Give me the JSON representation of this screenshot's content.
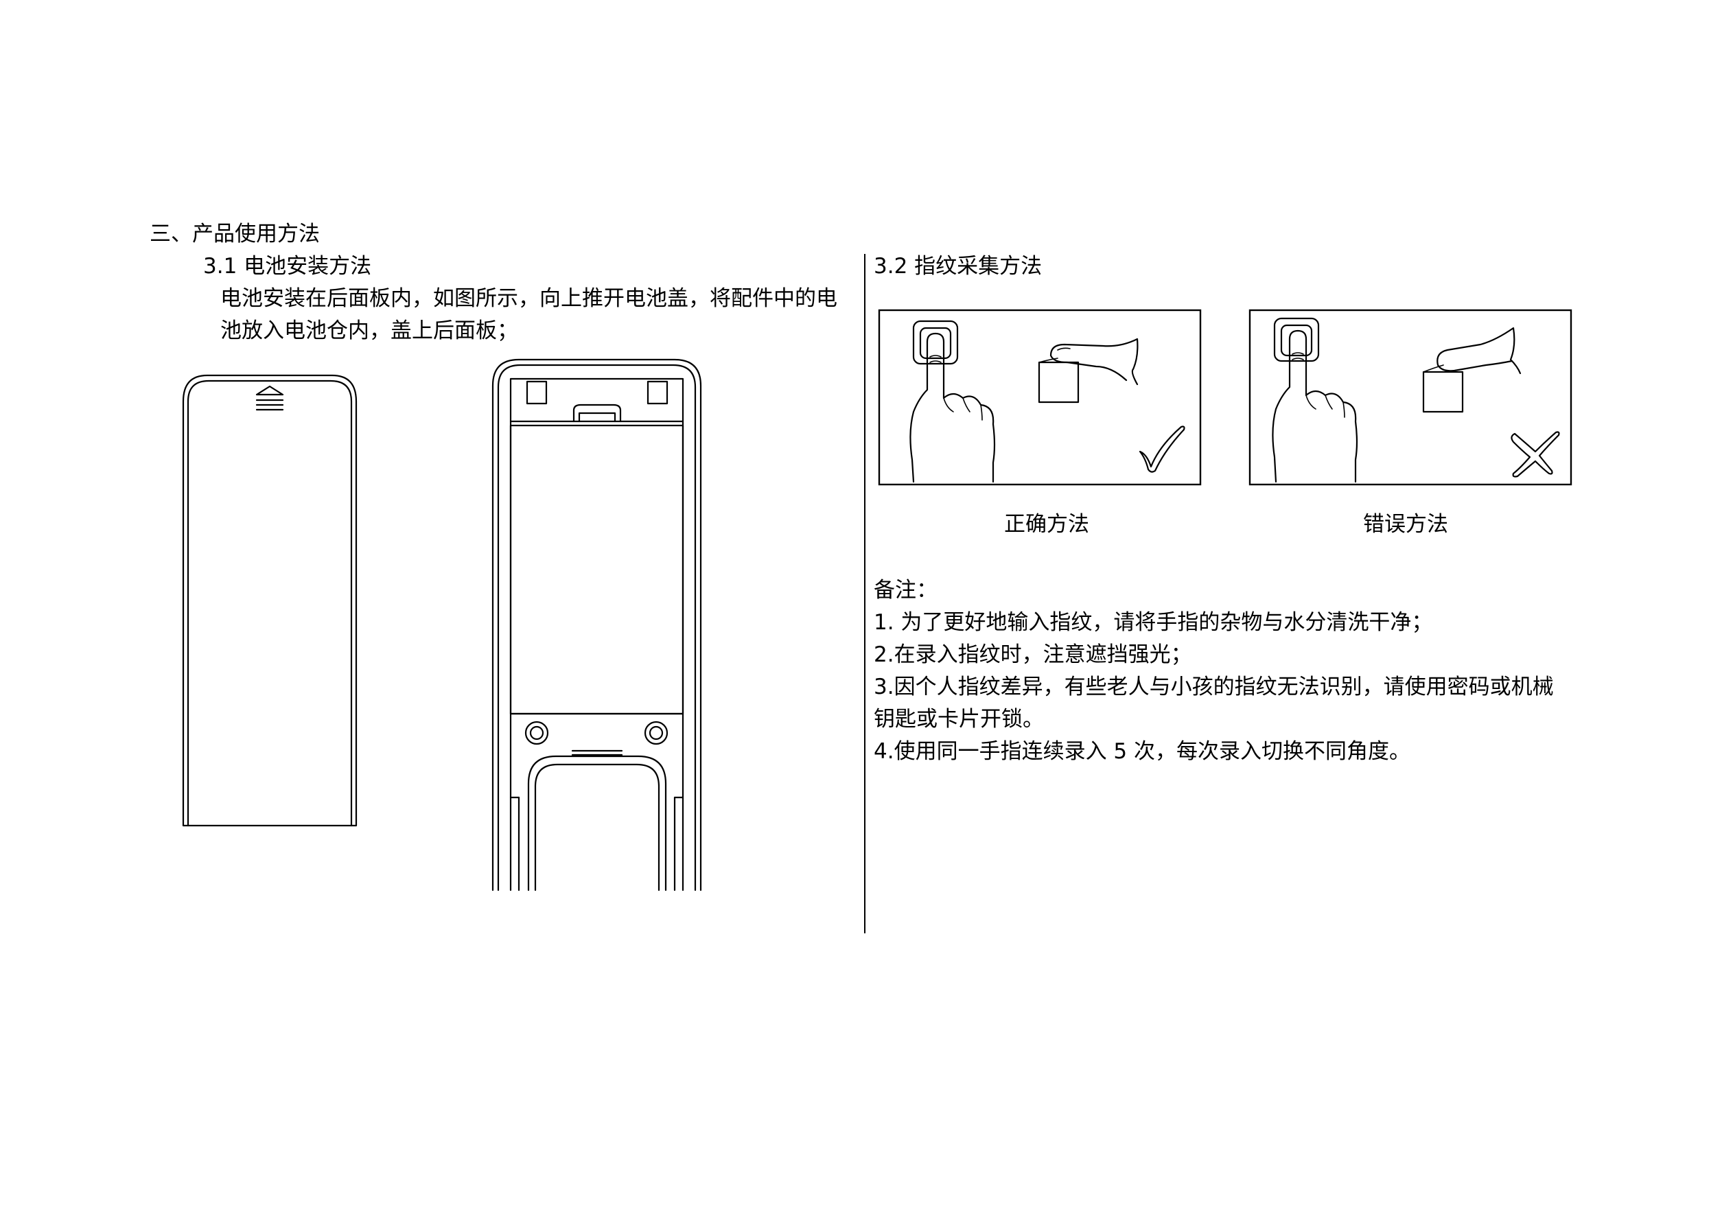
{
  "section": {
    "heading": "三、产品使用方法"
  },
  "battery": {
    "heading": "3.1  电池安装方法",
    "line1": "电池安装在后面板内，如图所示，向上推开电池盖，将配件中的电",
    "line2": "池放入电池仓内，盖上后面板；"
  },
  "fingerprint": {
    "heading": "3.2 指纹采集方法",
    "correct_caption": "正确方法",
    "wrong_caption": "错误方法"
  },
  "notes": {
    "title": "备注：",
    "item1": "1.  为了更好地输入指纹，请将手指的杂物与水分清洗干净；",
    "item2": "2.在录入指纹时，注意遮挡强光；",
    "item3_line1": "3.因个人指纹差异，有些老人与小孩的指纹无法识别，请使用密码或机械",
    "item3_line2": "钥匙或卡片开锁。",
    "item4": "4.使用同一手指连续录入 5 次，每次录入切换不同角度。"
  },
  "icons": {
    "correct_mark": "check-mark-icon",
    "wrong_mark": "cross-mark-icon",
    "battery_cover": "battery-cover-illustration",
    "battery_compartment": "battery-compartment-illustration"
  }
}
